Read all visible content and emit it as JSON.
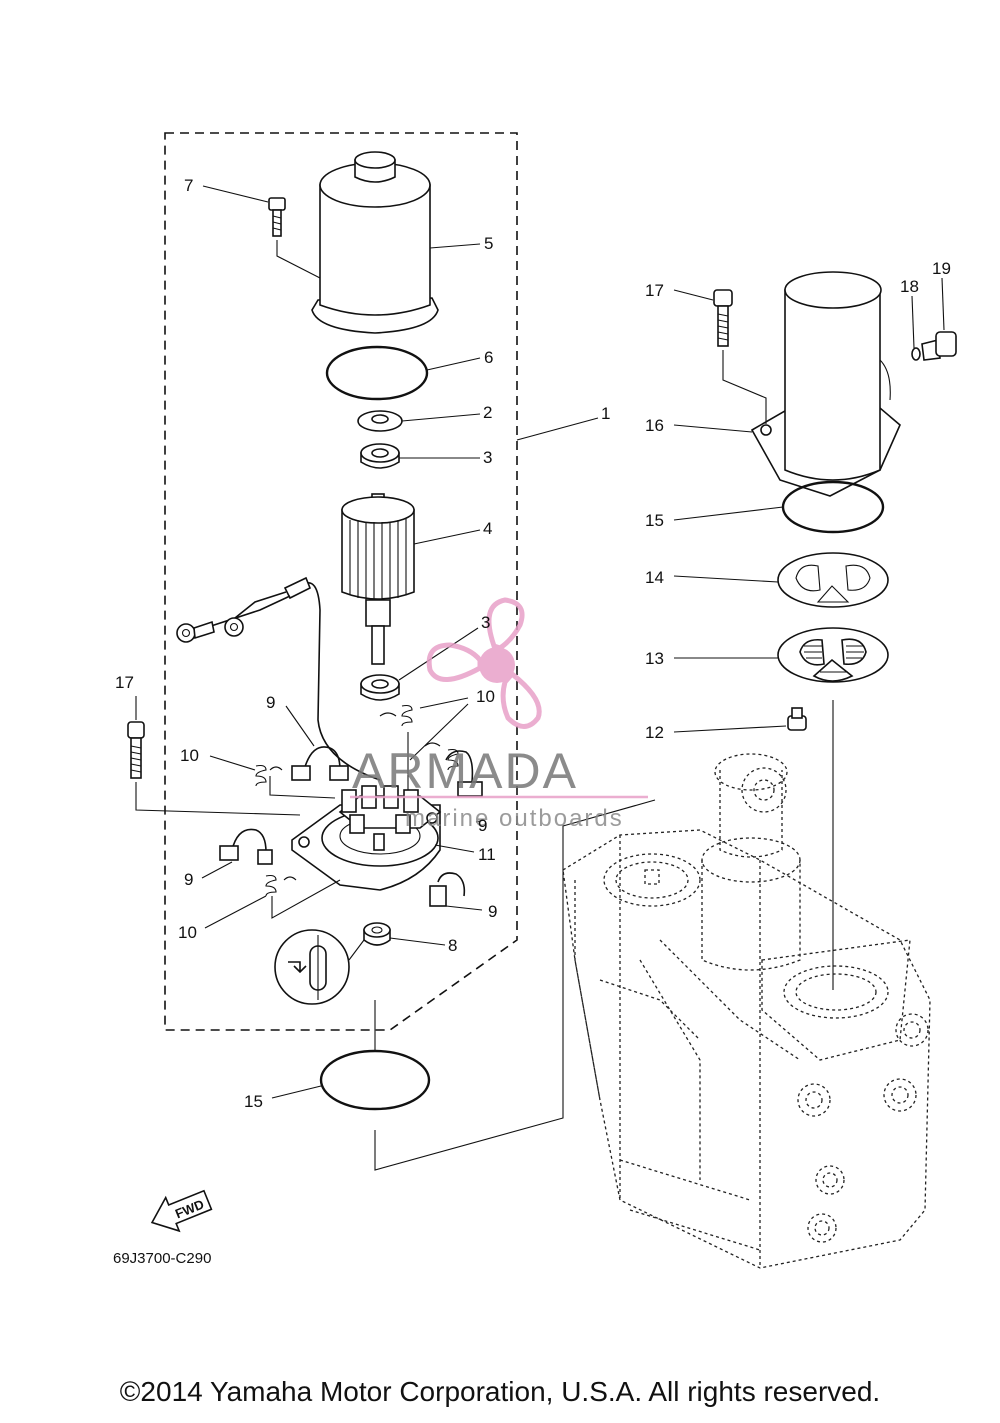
{
  "callouts": {
    "p1": "1",
    "p2": "2",
    "p3a": "3",
    "p3b": "3",
    "p4": "4",
    "p5": "5",
    "p6": "6",
    "p7": "7",
    "p8": "8",
    "p9a": "9",
    "p9b": "9",
    "p9c": "9",
    "p9d": "9",
    "p10a": "10",
    "p10b": "10",
    "p10c": "10",
    "p11": "11",
    "p12": "12",
    "p13": "13",
    "p14": "14",
    "p15a": "15",
    "p15b": "15",
    "p16": "16",
    "p17a": "17",
    "p17b": "17",
    "p18": "18",
    "p19": "19"
  },
  "watermark": {
    "brand": "ARMADA",
    "tagline": "marine outboards",
    "color": "#e8a0c8"
  },
  "fwd_label": "FWD",
  "diagram_code": "69J3700-C290",
  "copyright": "©2014 Yamaha Motor Corporation, U.S.A. All rights reserved."
}
